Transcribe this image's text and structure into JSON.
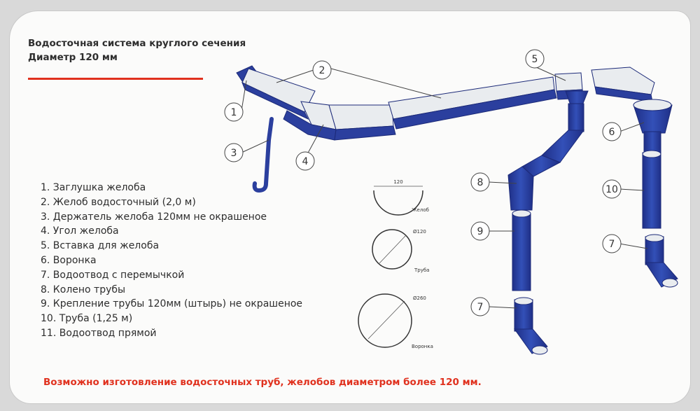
{
  "title": {
    "line1": "Водосточная система круглого сечения",
    "line2": "Диаметр 120 мм"
  },
  "legend": [
    "1. Заглушка желоба",
    "2. Желоб водосточный (2,0 м)",
    "3. Держатель желоба 120мм не окрашеное",
    "4. Угол желоба",
    "5. Вставка для желоба",
    "6. Воронка",
    "7. Водоотвод с перемычкой",
    "8. Колено трубы",
    "9. Крепление трубы 120мм (штырь) не окрашеное",
    "10. Труба (1,25 м)",
    "11. Водоотвод прямой"
  ],
  "note": "Возможно изготовление водосточных труб, желобов диаметром более 120 мм.",
  "cross_sections": {
    "gutter": {
      "dimension": "120",
      "caption": "Желоб"
    },
    "pipe": {
      "dimension": "Ø120",
      "caption": "Труба"
    },
    "funnel": {
      "dimension": "Ø260",
      "caption": "Воронка"
    }
  },
  "callouts": [
    "1",
    "2",
    "3",
    "4",
    "5",
    "6",
    "7",
    "8",
    "9",
    "10",
    "7"
  ],
  "colors": {
    "accent_red": "#e0311e",
    "product_blue": "#2b3f9e",
    "product_inner": "#e9ecef"
  }
}
